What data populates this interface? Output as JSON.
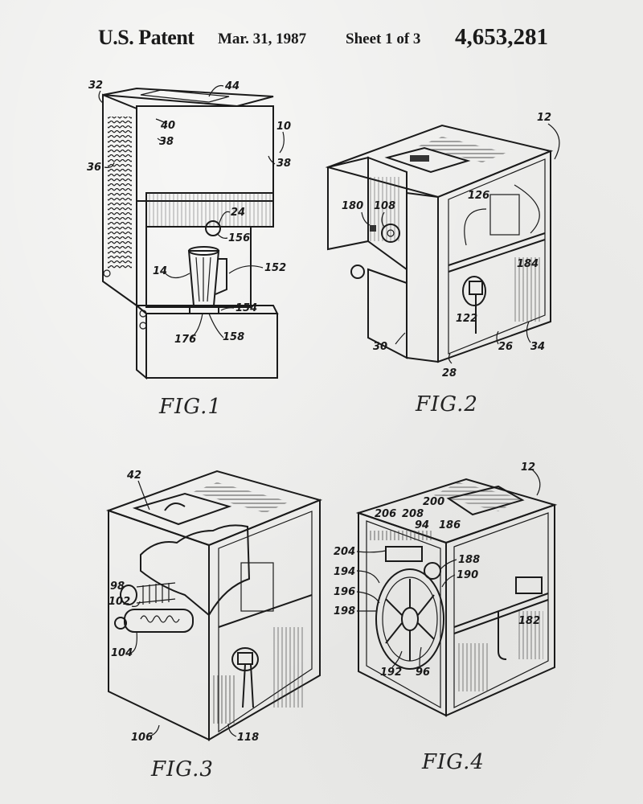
{
  "header": {
    "title": "U.S. Patent",
    "date": "Mar. 31, 1987",
    "sheet": "Sheet 1 of 3",
    "patent_number": "4,653,281"
  },
  "figures": [
    {
      "caption": "Fig. 1",
      "caption_display": "FIG.1",
      "labels": [
        "32",
        "44",
        "40",
        "38",
        "10",
        "36",
        "38",
        "24",
        "156",
        "14",
        "152",
        "154",
        "176",
        "158"
      ]
    },
    {
      "caption": "Fig. 2",
      "caption_display": "FIG.2",
      "labels": [
        "12",
        "180",
        "108",
        "126",
        "184",
        "122",
        "30",
        "26",
        "34",
        "28"
      ]
    },
    {
      "caption": "Fig. 3",
      "caption_display": "FIG.3",
      "labels": [
        "42",
        "98",
        "102",
        "104",
        "106",
        "118"
      ]
    },
    {
      "caption": "Fig. 4",
      "caption_display": "FIG.4",
      "labels": [
        "12",
        "206",
        "208",
        "200",
        "94",
        "186",
        "204",
        "188",
        "194",
        "190",
        "196",
        "198",
        "182",
        "192",
        "96"
      ]
    }
  ]
}
